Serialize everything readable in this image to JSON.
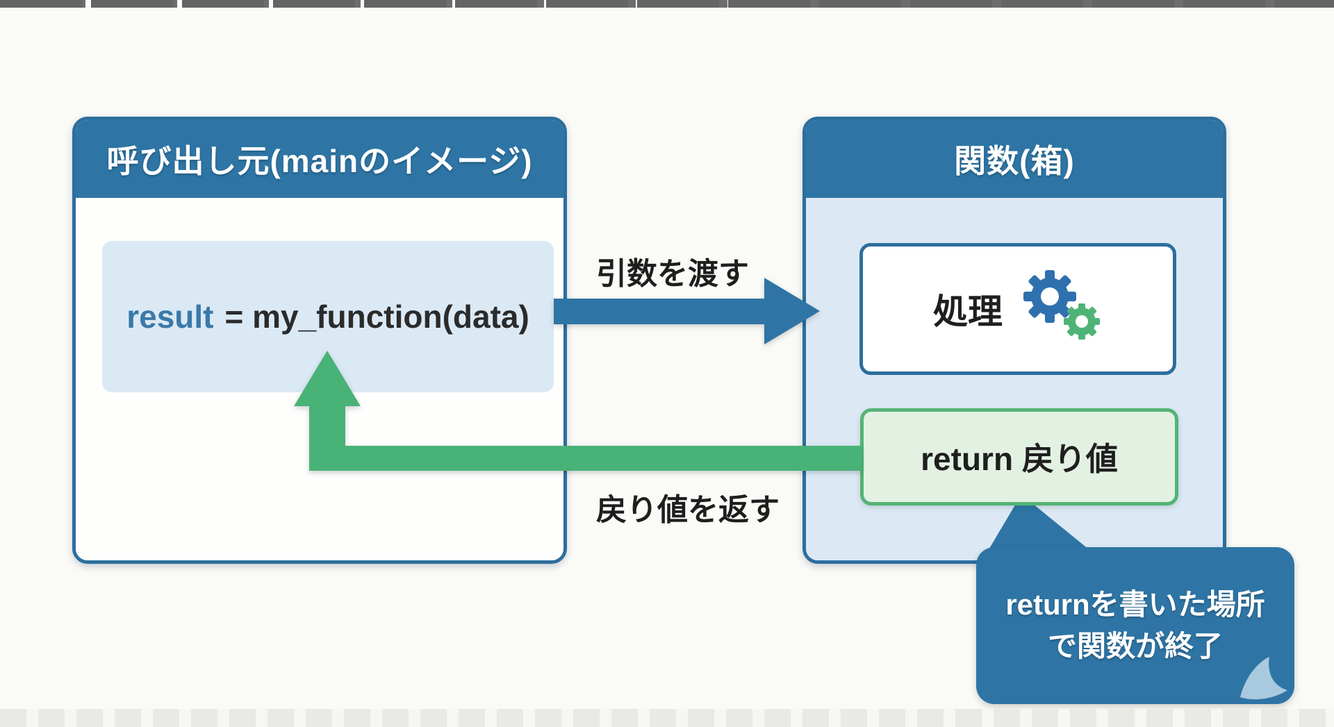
{
  "colors": {
    "accent_blue": "#2e75a5",
    "border_blue": "#2c6e9e",
    "arrow_green": "#49b277",
    "green_border": "#54b376",
    "code_box_bg": "#dbe9f5",
    "function_body_bg": "#dce9f5",
    "return_box_bg": "#e3f1e3",
    "code_keyword_blue": "#3a79a8",
    "dark_text": "#1f1f1f",
    "gear_blue": "#2f71ae",
    "gear_green": "#4fb377",
    "curl_light_blue": "#a9c9de"
  },
  "caller_panel": {
    "title": "呼び出し元(mainのイメージ)",
    "code": {
      "lhs": "result",
      "rhs": "= my_function(data)"
    }
  },
  "function_panel": {
    "title": "関数(箱)",
    "process_label": "処理",
    "return_label": "return 戻り値"
  },
  "arrows": {
    "pass_label": "引数を渡す",
    "return_label": "戻り値を返す"
  },
  "bubble": {
    "line1": "returnを書いた場所",
    "line2": "で関数が終了"
  }
}
